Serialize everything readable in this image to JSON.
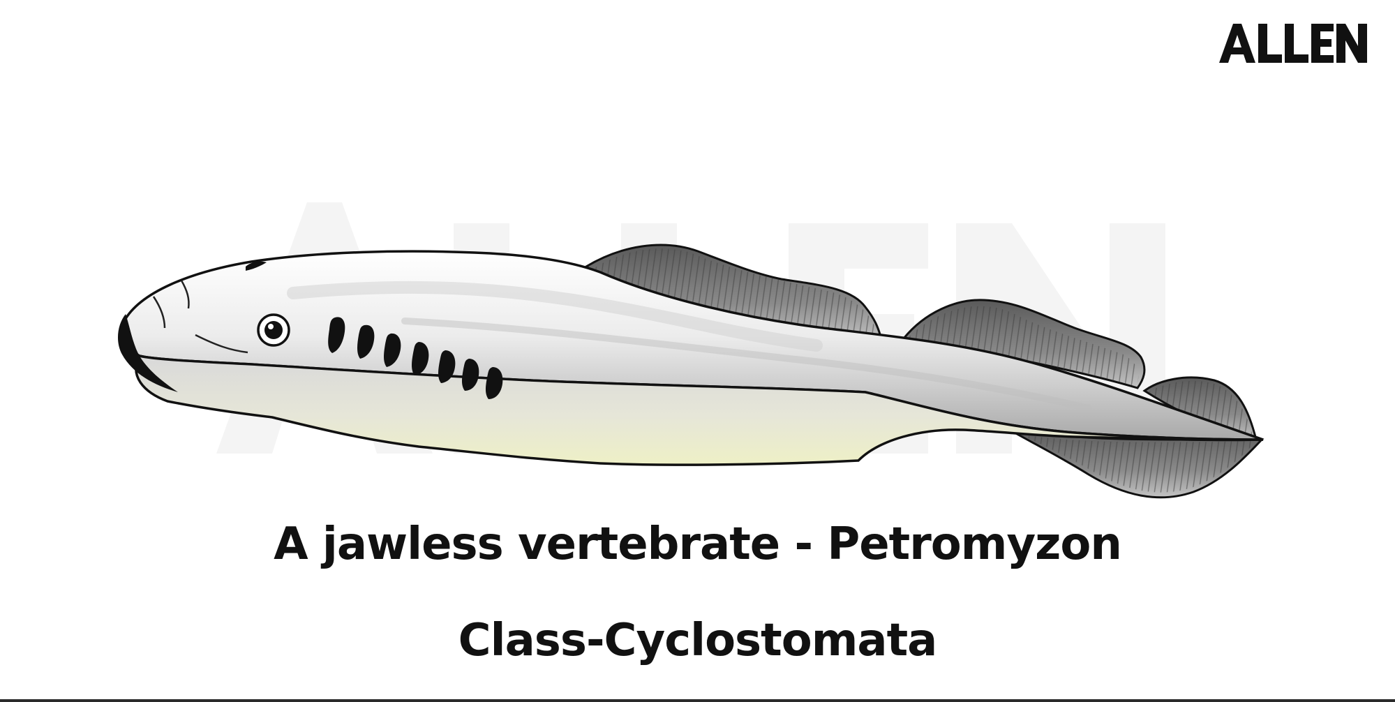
{
  "brand": {
    "logo_text": "ALLEN",
    "watermark_text": "ALLEN"
  },
  "figure": {
    "subject": "lamprey-illustration"
  },
  "captions": {
    "title": "A jawless vertebrate - Petromyzon",
    "classification": "Class-Cyclostomata"
  },
  "colors": {
    "text": "#111111",
    "outline": "#111111",
    "fin": "#6e6e6e",
    "body_light": "#f2f2f2",
    "belly": "#e9ebc9",
    "watermark": "#f3f3f3",
    "rule": "#2b2b2b"
  }
}
